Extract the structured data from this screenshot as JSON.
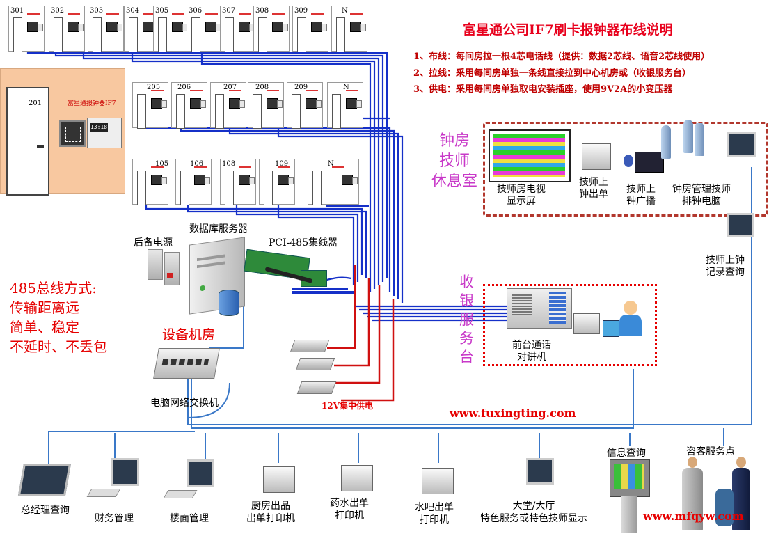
{
  "header": {
    "title": "富星通公司IF7刷卡报钟器布线说明",
    "steps": [
      "1、布线：每间房拉一根4芯电话线（提供：数据2芯线、语音2芯线使用）",
      "2、拉线：采用每间房单独一条线直接拉到中心机房或（收银服务台）",
      "3、供电：采用每间房单独取电安装插座，使用9V2A的小变压器"
    ]
  },
  "rooms": {
    "floor3": [
      "301",
      "302",
      "303",
      "304",
      "305",
      "306",
      "307",
      "308",
      "309",
      "N"
    ],
    "floor2": [
      "205",
      "206",
      "207",
      "208",
      "209",
      "N"
    ],
    "floor1": [
      "105",
      "106",
      "108",
      "109",
      "N"
    ]
  },
  "big_room": {
    "number": "201",
    "device_label": "富星通报钟器IF7",
    "clock": "13:18"
  },
  "labels": {
    "database_server": "数据库服务器",
    "backup_power": "后备电源",
    "hub": "PCI-485集线器",
    "equipment_room": "设备机房",
    "network_switch": "电脑网络交换机",
    "power_supply": "12V集中供电",
    "website": "www.fuxingting.com",
    "watermark": "www.mfqyw.com",
    "rs485_title": "485总线方式:",
    "rs485_lines": [
      "传输距离远",
      "简单、稳定",
      "不延时、不丢包"
    ]
  },
  "lounge": {
    "title_lines": [
      "钟房",
      "技师",
      "休息室"
    ],
    "tv_label": "技师房电视\n显示屏",
    "printer_label": "技师上\n钟出单",
    "broadcast_label": "技师上\n钟广播",
    "pc_label": "钟房管理技师\n排钟电脑",
    "record_pc_label": "技师上钟\n记录查询"
  },
  "cashier": {
    "title_chars": [
      "收",
      "银",
      "服",
      "务",
      "台"
    ],
    "intercom_label": "前台通话\n对讲机"
  },
  "bottom": {
    "items": [
      "总经理查询",
      "财务管理",
      "楼面管理",
      "厨房出品\n出单打印机",
      "药水出单\n打印机",
      "水吧出单\n打印机",
      "大堂/大厅\n特色服务或特色技师显示"
    ],
    "info_query": "信息查询",
    "guest_service": "咨客服务点"
  },
  "colors": {
    "bus_blue": "#1530c8",
    "power_red": "#d01010",
    "network_blue": "#3a78c8",
    "title_red": "#e8001c",
    "accent_purple": "#c838c8"
  }
}
